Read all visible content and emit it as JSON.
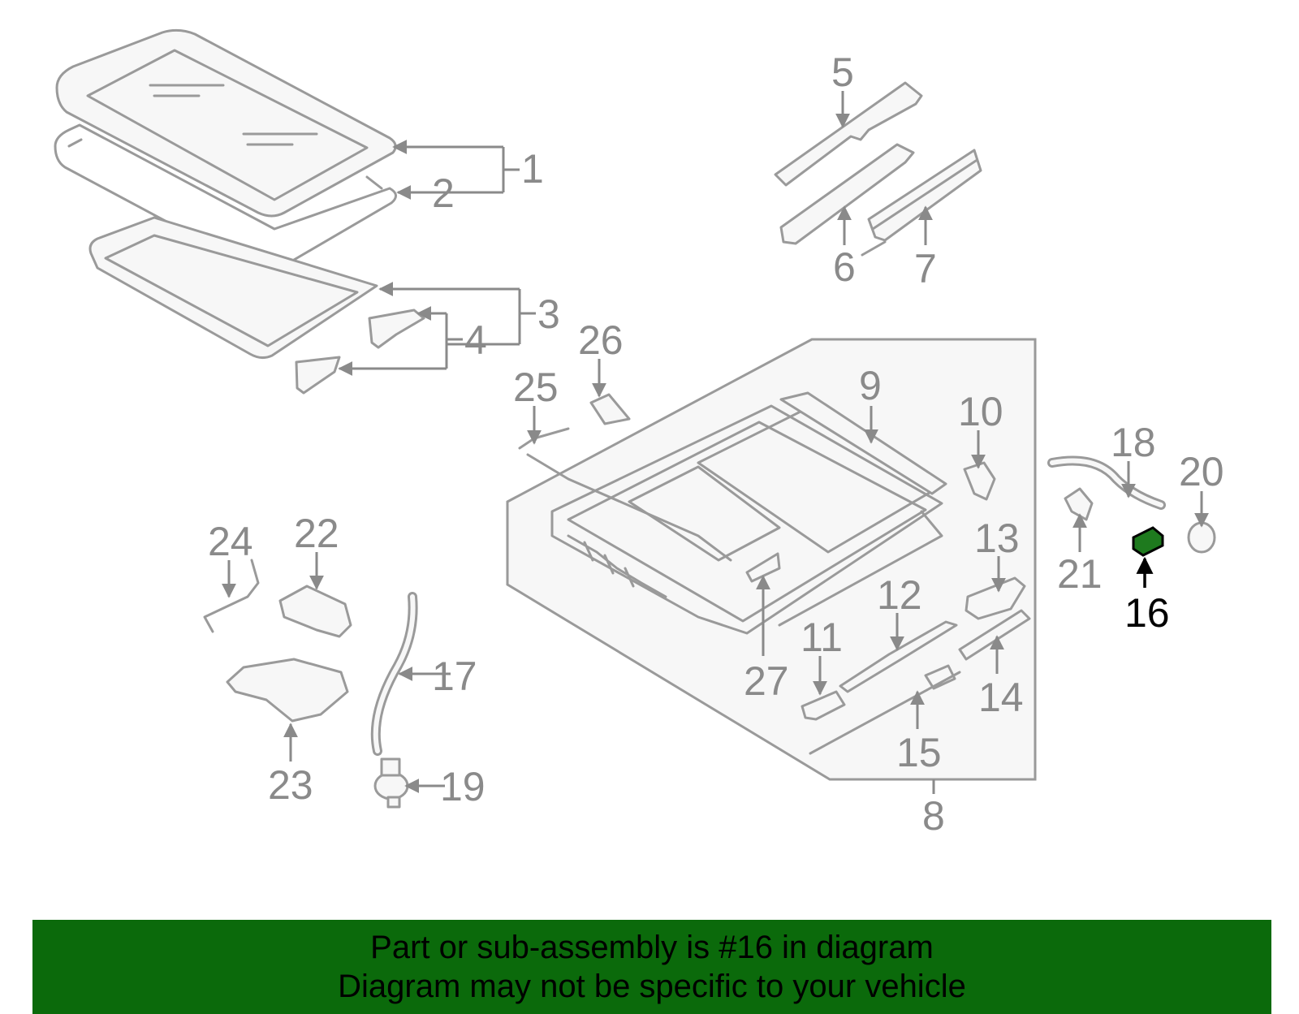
{
  "colors": {
    "banner_bg": "#0b6a0b",
    "highlight_part": "#1e7a1e",
    "line_gray": "#9a9a9a"
  },
  "diagram": {
    "highlighted_part": "16",
    "labels": [
      "1",
      "2",
      "3",
      "4",
      "5",
      "6",
      "7",
      "8",
      "9",
      "10",
      "11",
      "12",
      "13",
      "14",
      "15",
      "16",
      "17",
      "18",
      "19",
      "20",
      "21",
      "22",
      "23",
      "24",
      "25",
      "26",
      "27"
    ]
  },
  "banner": {
    "line1": "Part or sub-assembly is #16 in diagram",
    "line2": "Diagram may not be specific to your vehicle"
  }
}
